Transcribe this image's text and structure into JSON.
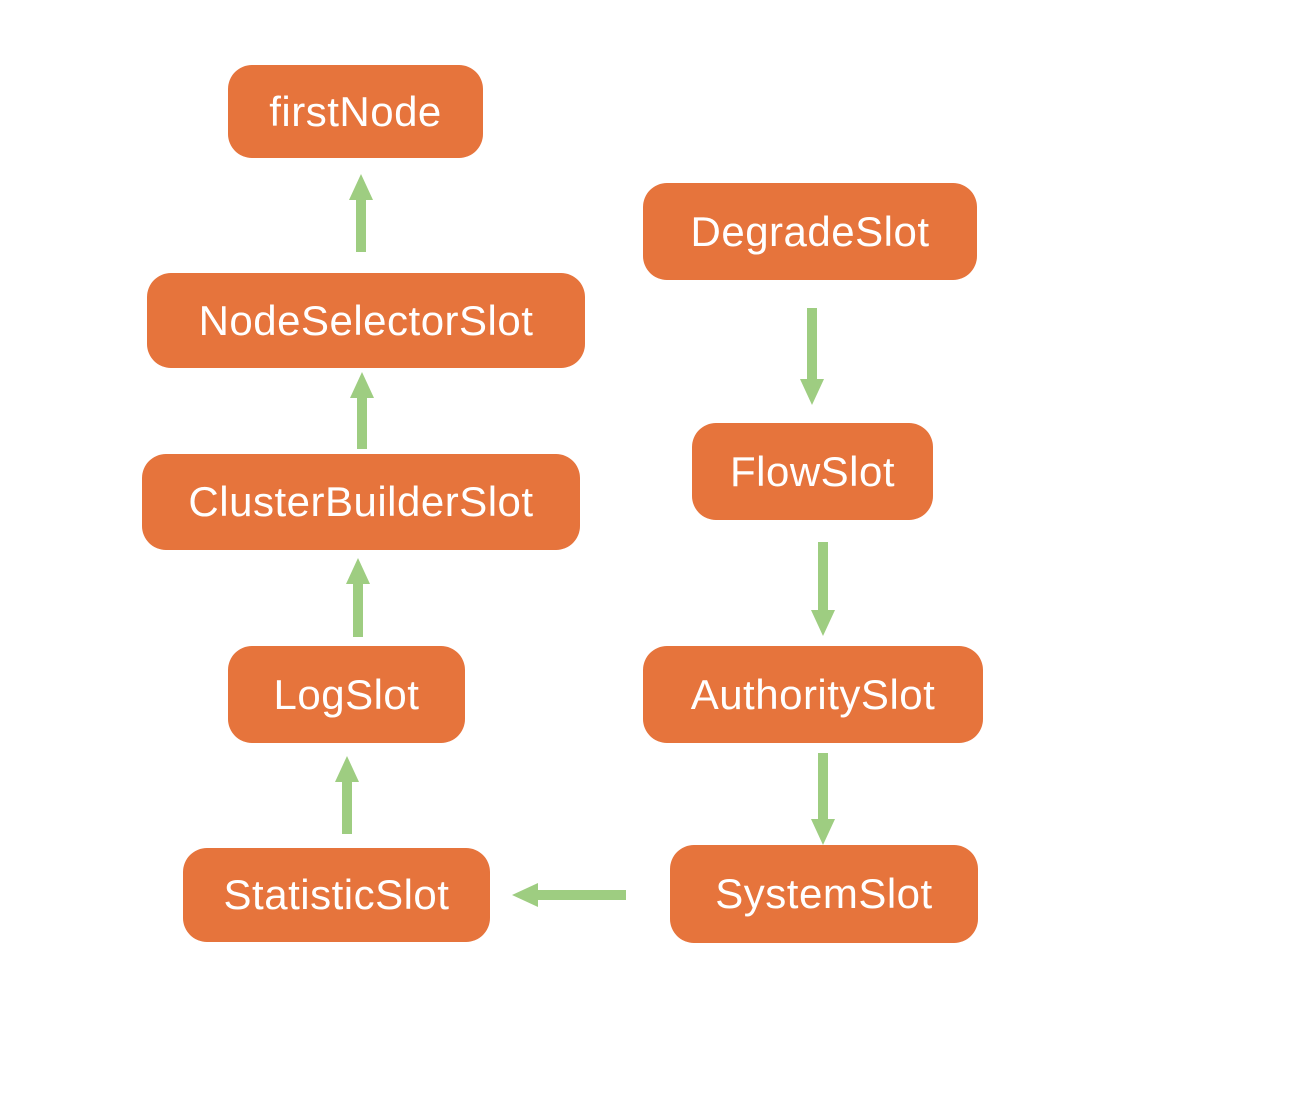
{
  "diagram": {
    "title": "slot-chain-flow-diagram",
    "colors": {
      "background": "#FFFFFF",
      "node_fill": "#E6743C",
      "node_text": "#FFFFFF",
      "arrow": "#9ECD81"
    },
    "nodes": [
      {
        "id": "firstNode",
        "label": "firstNode"
      },
      {
        "id": "NodeSelectorSlot",
        "label": "NodeSelectorSlot"
      },
      {
        "id": "ClusterBuilderSlot",
        "label": "ClusterBuilderSlot"
      },
      {
        "id": "LogSlot",
        "label": "LogSlot"
      },
      {
        "id": "StatisticSlot",
        "label": "StatisticSlot"
      },
      {
        "id": "DegradeSlot",
        "label": "DegradeSlot"
      },
      {
        "id": "FlowSlot",
        "label": "FlowSlot"
      },
      {
        "id": "AuthoritySlot",
        "label": "AuthoritySlot"
      },
      {
        "id": "SystemSlot",
        "label": "SystemSlot"
      }
    ],
    "edges": [
      {
        "from": "NodeSelectorSlot",
        "to": "firstNode",
        "direction": "up"
      },
      {
        "from": "ClusterBuilderSlot",
        "to": "NodeSelectorSlot",
        "direction": "up"
      },
      {
        "from": "LogSlot",
        "to": "ClusterBuilderSlot",
        "direction": "up"
      },
      {
        "from": "StatisticSlot",
        "to": "LogSlot",
        "direction": "up"
      },
      {
        "from": "DegradeSlot",
        "to": "FlowSlot",
        "direction": "down"
      },
      {
        "from": "FlowSlot",
        "to": "AuthoritySlot",
        "direction": "down"
      },
      {
        "from": "AuthoritySlot",
        "to": "SystemSlot",
        "direction": "down"
      },
      {
        "from": "SystemSlot",
        "to": "StatisticSlot",
        "direction": "left"
      }
    ]
  }
}
